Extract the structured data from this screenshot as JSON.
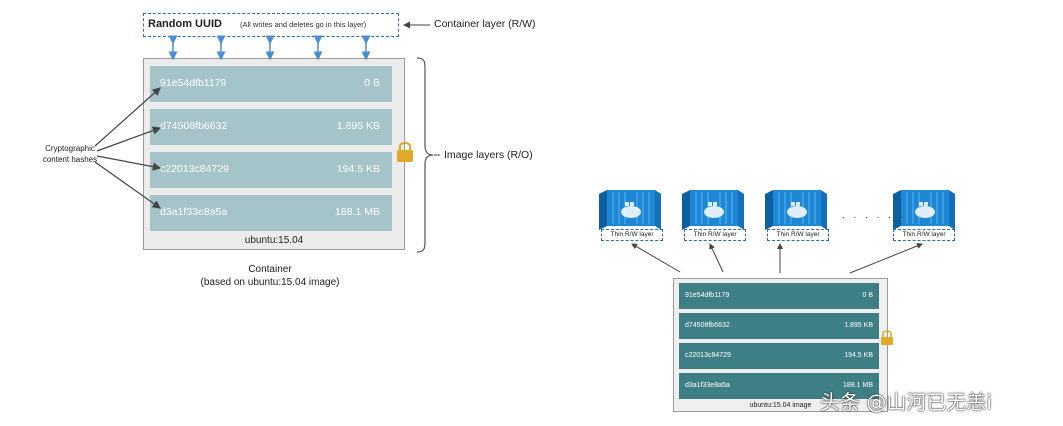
{
  "left": {
    "container_layer": {
      "title": "Random UUID",
      "note": "(All writes and deletes go in this layer)",
      "label": "Container layer (R/W)"
    },
    "layers": [
      {
        "id": "91e54dfb1179",
        "size": "0 B"
      },
      {
        "id": "d74508fb6632",
        "size": "1.895 KB"
      },
      {
        "id": "c22013c84729",
        "size": "194.5 KB"
      },
      {
        "id": "d3a1f33e8a5a",
        "size": "188.1 MB"
      }
    ],
    "base_label": "ubuntu:15.04",
    "hashes_label": "Cryptographic\ncontent hashes",
    "image_layers_label": "Image layers (R/O)",
    "caption_line1": "Container",
    "caption_line2": "(based on ubuntu:15.04 image)"
  },
  "right": {
    "thin_layer_label": "Thin R/W layer",
    "dots": ". . . . . .",
    "container_icon": "docker-container-icon",
    "layers": [
      {
        "id": "91e54dfb1179",
        "size": "0 B"
      },
      {
        "id": "d74508fb6632",
        "size": "1.895 KB"
      },
      {
        "id": "c22013c84729",
        "size": "194.5 KB"
      },
      {
        "id": "d3a1f33e8a5a",
        "size": "188.1 MB"
      }
    ],
    "base_label": "ubuntu:15.04 image"
  },
  "watermark": "头条 @山河已无恙i",
  "colors": {
    "layer_light": "#a5c4c9",
    "layer_dark": "#3e7f86",
    "dashed_border": "#2f6fa8",
    "arrow_blue": "#4a8fd0",
    "lock": "#e0a92a",
    "container_blue": "#1e88d6"
  }
}
